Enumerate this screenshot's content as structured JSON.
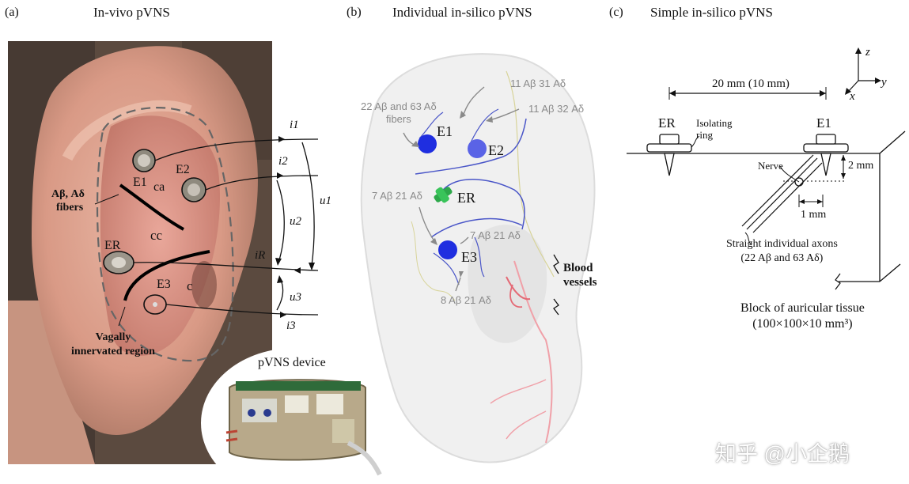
{
  "panel_a": {
    "label": "(a)",
    "title": "In-vivo pVNS",
    "e1": "E1",
    "e2": "E2",
    "er": "ER",
    "e3": "E3",
    "ca": "ca",
    "cc": "cc",
    "c": "c",
    "fibers_line1": "Aβ, Aδ",
    "fibers_line2": "fibers",
    "region_line1": "Vagally",
    "region_line2": "innervated region",
    "device": "pVNS device",
    "i1": "i1",
    "i2": "i2",
    "ir": "iR",
    "i3": "i3",
    "u1": "u1",
    "u2": "u2",
    "u3": "u3"
  },
  "panel_b": {
    "label": "(b)",
    "title": "Individual in-silico pVNS",
    "ann_31": "11 Aβ 31 Aδ",
    "ann_32": "11 Aβ 32 Aδ",
    "ann_22_line1": "22 Aβ and 63 Aδ",
    "ann_22_line2": "fibers",
    "ann_7a": "7 Aβ 21 Aδ",
    "ann_7b": "7 Aβ 21 Aδ",
    "ann_8": "8 Aβ 21 Aδ",
    "e1": "E1",
    "e2": "E2",
    "er": "ER",
    "e3": "E3",
    "blood_line1": "Blood",
    "blood_line2": "vessels"
  },
  "panel_c": {
    "label": "(c)",
    "title": "Simple in-silico pVNS",
    "axis_z": "z",
    "axis_y": "y",
    "axis_x": "x",
    "distance": "20 mm (10 mm)",
    "er": "ER",
    "e1": "E1",
    "ring_line1": "Isolating",
    "ring_line2": "ring",
    "nerve": "Nerve",
    "depth": "2 mm",
    "width": "1 mm",
    "axons_line1": "Straight individual axons",
    "axons_line2": "(22 Aβ and 63 Aδ)",
    "block_line1": "Block of auricular tissue",
    "block_line2": "(100×100×10 mm³)"
  },
  "watermark": "知乎 @小企鹅"
}
